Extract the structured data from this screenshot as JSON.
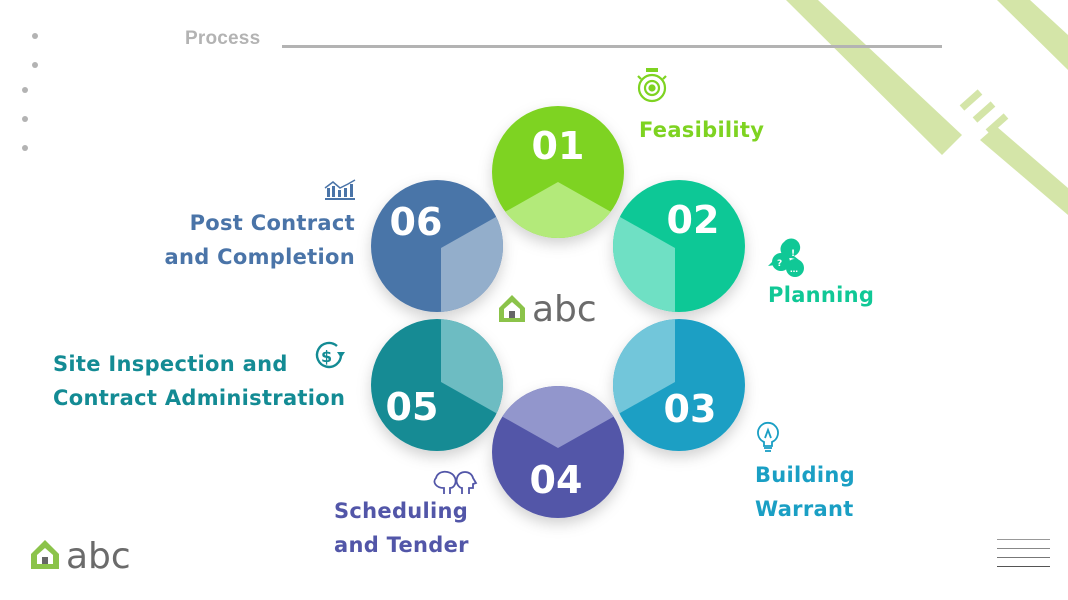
{
  "header": {
    "title": "Process"
  },
  "center_logo": {
    "text": "abc"
  },
  "footer_logo": {
    "text": "abc"
  },
  "colors": {
    "step1": "#7ed321",
    "step1_light": "#b3ea7a",
    "step2": "#10c896",
    "step2_light": "#6fe0c4",
    "step3": "#1a9fc4",
    "step3_light": "#72c6da",
    "step4": "#5256a8",
    "step4_light": "#9296cc",
    "step5": "#138b94",
    "step5_light": "#6dbcc2",
    "step6": "#4a74a8",
    "step6_light": "#93aecb",
    "deco_green": "#d4e5a8",
    "title_gray": "#b3b3b3"
  },
  "steps": [
    {
      "number": "01",
      "label_line1": "Feasibility",
      "label_line2": "",
      "icon": "stopwatch-gear-icon"
    },
    {
      "number": "02",
      "label_line1": "Planning",
      "label_line2": "",
      "icon": "speech-bubbles-icon"
    },
    {
      "number": "03",
      "label_line1": "Building",
      "label_line2": "Warrant",
      "icon": "lightbulb-icon"
    },
    {
      "number": "04",
      "label_line1": "Scheduling",
      "label_line2": "and Tender",
      "icon": "two-heads-icon"
    },
    {
      "number": "05",
      "label_line1": "Site Inspection and",
      "label_line2": "Contract Administration",
      "icon": "dollar-cycle-icon"
    },
    {
      "number": "06",
      "label_line1": "Post Contract",
      "label_line2": "and Completion",
      "icon": "bar-chart-trend-icon"
    }
  ]
}
